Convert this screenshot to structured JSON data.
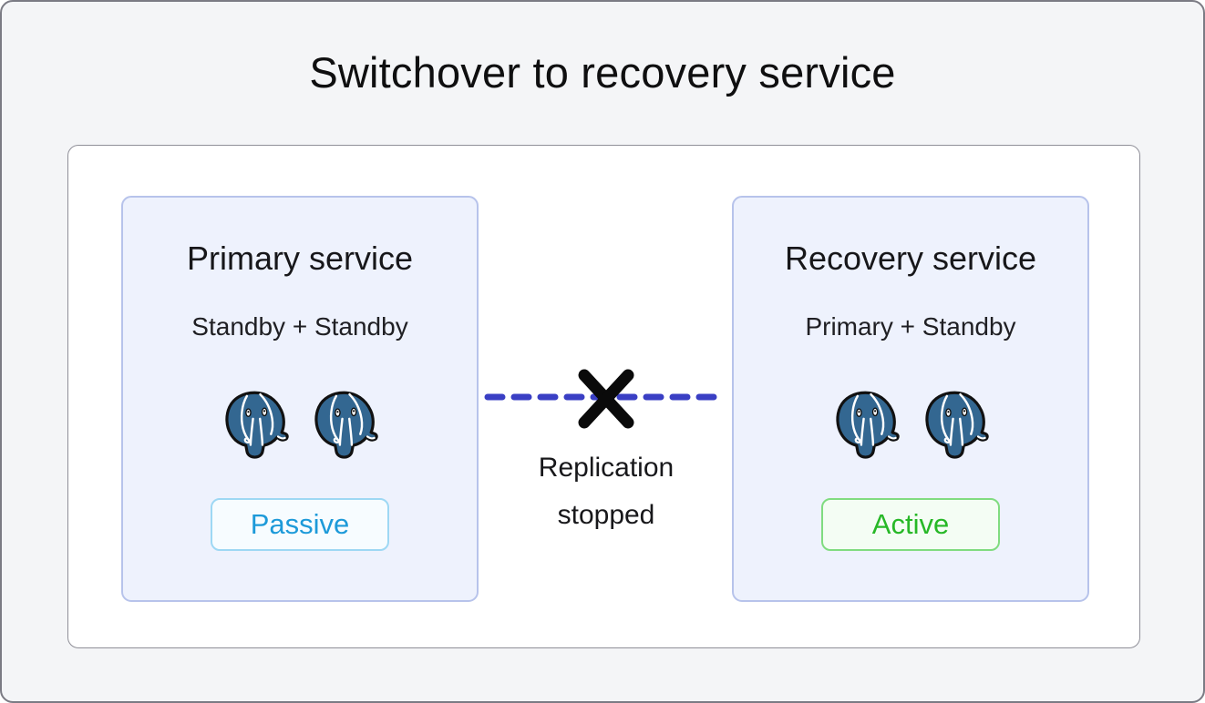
{
  "title": "Switchover to recovery service",
  "cards": [
    {
      "title": "Primary service",
      "subtitle": "Standby + Standby",
      "status": "Passive",
      "status_type": "passive",
      "instance_icon": "postgresql-elephant-icon",
      "instance_count": 2
    },
    {
      "title": "Recovery service",
      "subtitle": "Primary + Standby",
      "status": "Active",
      "status_type": "active",
      "instance_icon": "postgresql-elephant-icon",
      "instance_count": 2
    }
  ],
  "link": {
    "label_line1": "Replication",
    "label_line2": "stopped",
    "icon": "x-cross-icon",
    "line_style": "dashed"
  },
  "colors": {
    "frame_bg": "#f4f5f7",
    "frame_border": "#7b7b84",
    "panel_bg": "#ffffff",
    "panel_border": "#8f8f98",
    "card_bg": "#eef2fd",
    "card_border": "#b7c3eb",
    "dash_line": "#3a3fc4",
    "x_mark": "#0a0a0a",
    "passive_text": "#1d9ad9",
    "passive_border": "#9ed8f4",
    "passive_bg": "#f7fcff",
    "active_text": "#27b827",
    "active_border": "#80dc80",
    "active_bg": "#f4fdf4",
    "postgres_blue": "#336791"
  }
}
